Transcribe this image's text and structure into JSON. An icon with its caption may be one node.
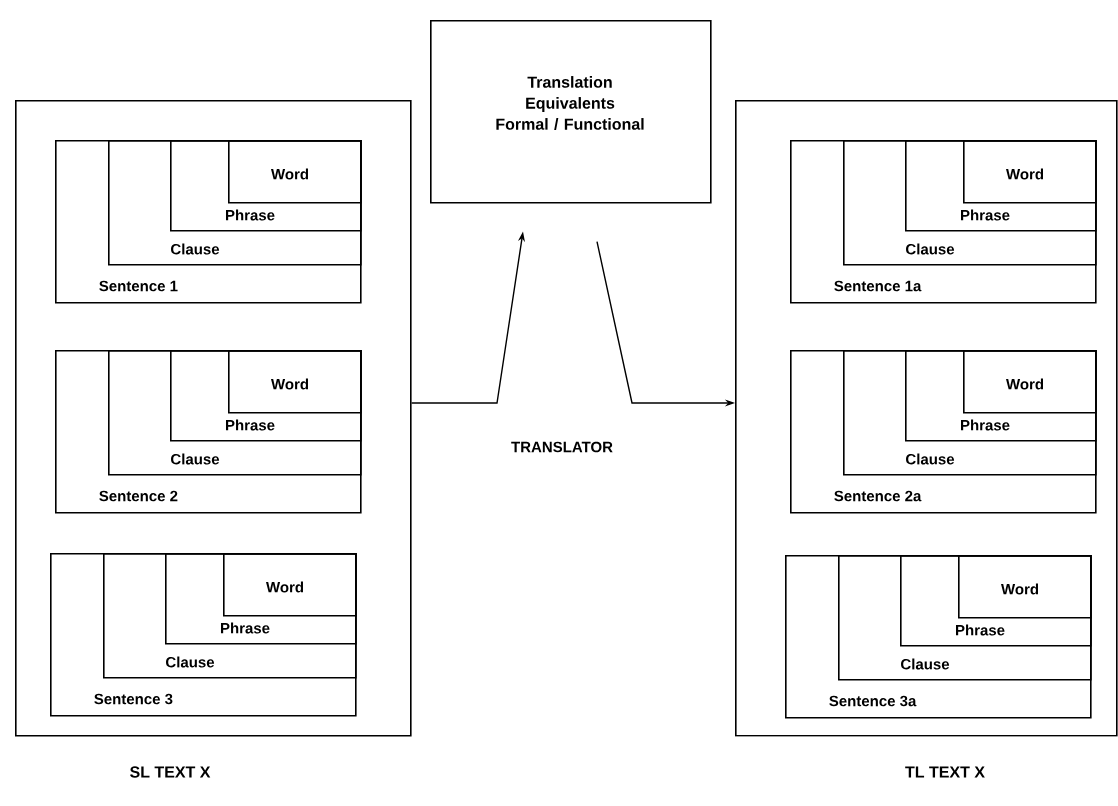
{
  "diagram": {
    "nodes": [
      {
        "text": [
          "SL TEXT X"
        ]
      },
      {
        "text": [
          "Sentence 1"
        ],
        "in": 0
      },
      {
        "text": [
          "Clause"
        ],
        "in": 1
      },
      {
        "text": [
          "Phrase"
        ],
        "in": 2
      },
      {
        "text": [
          "Word"
        ],
        "in": 3
      },
      {
        "text": [
          "Sentence 2"
        ],
        "in": 0
      },
      {
        "text": [
          "Clause"
        ],
        "in": 5
      },
      {
        "text": [
          "Phrase"
        ],
        "in": 6
      },
      {
        "text": [
          "Word"
        ],
        "in": 7
      },
      {
        "text": [
          "Sentence 3"
        ],
        "in": 0
      },
      {
        "text": [
          "Clause"
        ],
        "in": 9
      },
      {
        "text": [
          "Phrase"
        ],
        "in": 10
      },
      {
        "text": [
          "Word"
        ],
        "in": 11
      },
      {
        "text": [
          "Translation Equivalents Formal / Functional"
        ]
      },
      {
        "text": [
          "TL TEXT X"
        ]
      },
      {
        "text": [
          "Sentence 1a"
        ],
        "in": 14
      },
      {
        "text": [
          "Clause"
        ],
        "in": 15
      },
      {
        "text": [
          "Phrase"
        ],
        "in": 16
      },
      {
        "text": [
          "Word"
        ],
        "in": 17
      },
      {
        "text": [
          "Sentence 2a"
        ],
        "in": 14
      },
      {
        "text": [
          "Clause"
        ],
        "in": 19
      },
      {
        "text": [
          "Phrase"
        ],
        "in": 20
      },
      {
        "text": [
          "Word"
        ],
        "in": 21
      },
      {
        "text": [
          "Sentence 3a"
        ],
        "in": 14
      },
      {
        "text": [
          "Clause"
        ],
        "in": 23
      },
      {
        "text": [
          "Phrase"
        ],
        "in": 24
      },
      {
        "text": [
          "Word"
        ],
        "in": 25
      }
    ],
    "edges": [
      {
        "from": 0,
        "to": 13,
        "arrow": "to"
      },
      {
        "from": 13,
        "to": 14,
        "arrow": "to"
      }
    ],
    "labels": [
      "TRANSLATOR"
    ]
  }
}
